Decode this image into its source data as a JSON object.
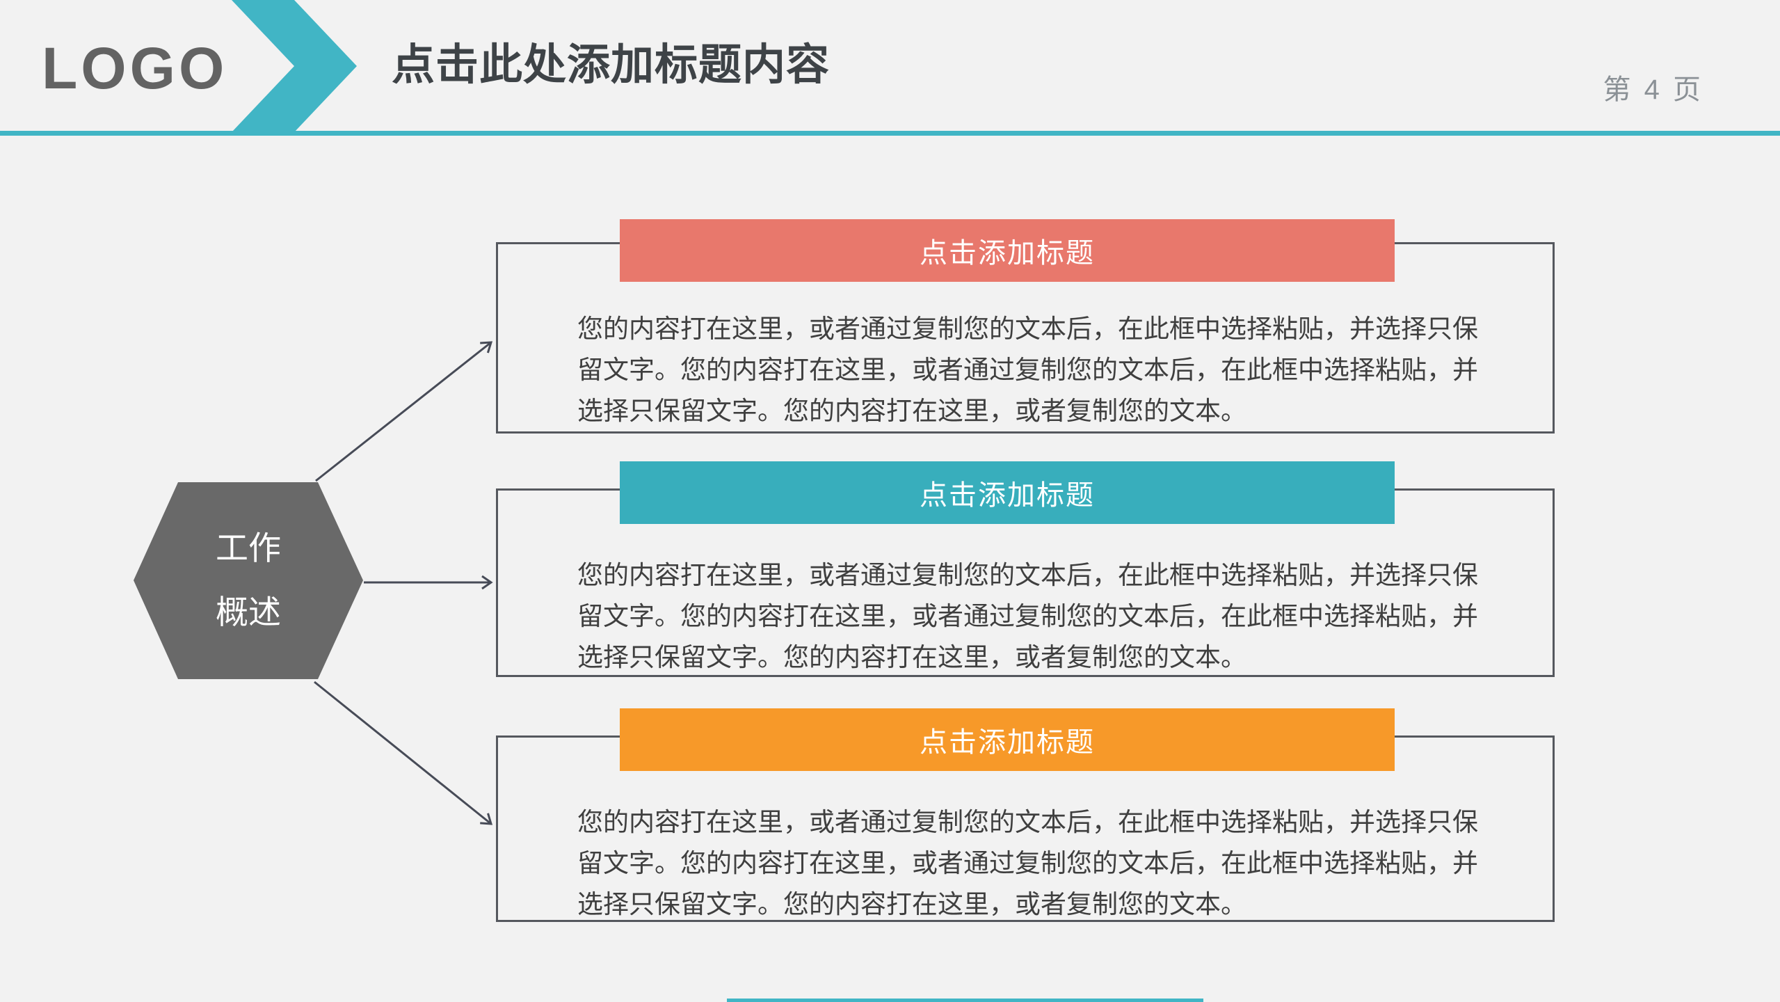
{
  "header": {
    "logo": "LOGO",
    "title": "点击此处添加标题内容",
    "page_label": "第 4 页"
  },
  "hexagon": {
    "line1": "工作",
    "line2": "概述"
  },
  "sections": [
    {
      "title": "点击添加标题",
      "color": "#e8786c",
      "body": "您的内容打在这里，或者通过复制您的文本后，在此框中选择粘贴，并选择只保留文字。您的内容打在这里，或者通过复制您的文本后，在此框中选择粘贴，并选择只保留文字。您的内容打在这里，或者复制您的文本。"
    },
    {
      "title": "点击添加标题",
      "color": "#38aebc",
      "body": "您的内容打在这里，或者通过复制您的文本后，在此框中选择粘贴，并选择只保留文字。您的内容打在这里，或者通过复制您的文本后，在此框中选择粘贴，并选择只保留文字。您的内容打在这里，或者复制您的文本。"
    },
    {
      "title": "点击添加标题",
      "color": "#f79929",
      "body": "您的内容打在这里，或者通过复制您的文本后，在此框中选择粘贴，并选择只保留文字。您的内容打在这里，或者通过复制您的文本后，在此框中选择粘贴，并选择只保留文字。您的内容打在这里，或者复制您的文本。"
    }
  ],
  "colors": {
    "accent_teal": "#41b5c5",
    "hexagon_gray": "#696969",
    "arrow": "#474b57",
    "panel_border": "#55585e",
    "background": "#f2f2f2",
    "title_text": "#3e4347",
    "logo_gray": "#636363",
    "page_number_gray": "#8b9196"
  }
}
